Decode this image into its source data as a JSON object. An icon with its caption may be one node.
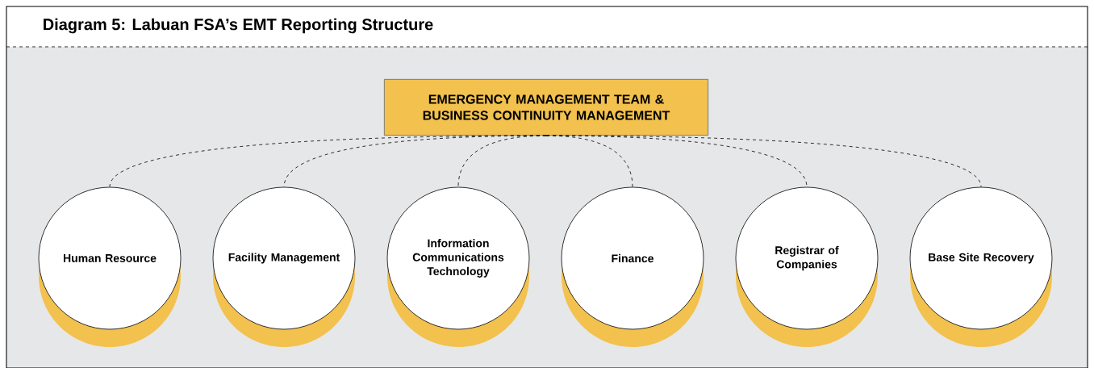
{
  "diagram": {
    "title": "Diagram 5: Labuan FSA’s EMT Reporting Structure",
    "nodes": [
      {
        "text": [
          "EMERGENCY MANAGEMENT TEAM & BUSINESS CONTINUITY MANAGEMENT"
        ]
      },
      {
        "text": [
          "Human Resource"
        ]
      },
      {
        "text": [
          "Facility Management"
        ]
      },
      {
        "text": [
          "Information Communications Technology"
        ]
      },
      {
        "text": [
          "Finance"
        ]
      },
      {
        "text": [
          "Registrar of Companies"
        ]
      },
      {
        "text": [
          "Base Site Recovery"
        ]
      }
    ],
    "edges": [
      {
        "from": 0,
        "to": 1,
        "arrow": "none",
        "style": "dashed"
      },
      {
        "from": 0,
        "to": 2,
        "arrow": "none",
        "style": "dashed"
      },
      {
        "from": 0,
        "to": 3,
        "arrow": "none",
        "style": "dashed"
      },
      {
        "from": 0,
        "to": 4,
        "arrow": "none",
        "style": "dashed"
      },
      {
        "from": 0,
        "to": 5,
        "arrow": "none",
        "style": "dashed"
      },
      {
        "from": 0,
        "to": 6,
        "arrow": "none",
        "style": "dashed"
      }
    ]
  }
}
